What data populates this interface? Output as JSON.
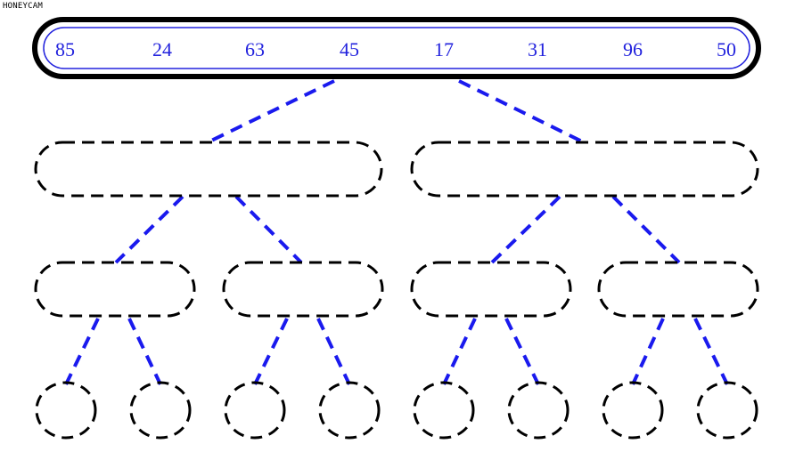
{
  "watermark": "HONEYCAM",
  "colors": {
    "array_text": "#2222dd",
    "connector": "#1a1aee",
    "node_outline": "#000000",
    "background": "#ffffff"
  },
  "root_array": [
    "85",
    "24",
    "63",
    "45",
    "17",
    "31",
    "96",
    "50"
  ]
}
